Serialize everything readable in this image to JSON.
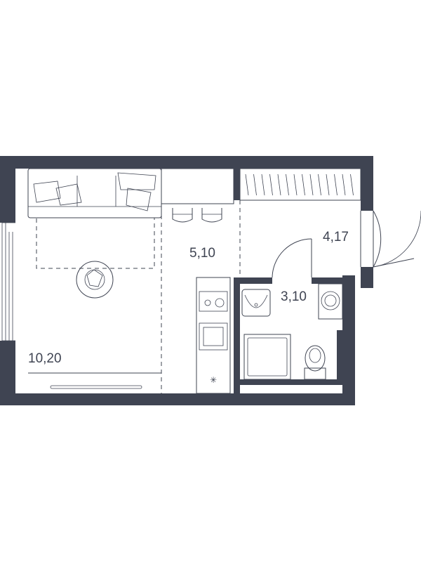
{
  "rooms": [
    {
      "id": "living-room",
      "area": "10,20"
    },
    {
      "id": "kitchen",
      "area": "5,10"
    },
    {
      "id": "bathroom",
      "area": "3,10"
    },
    {
      "id": "hallway",
      "area": "4,17"
    }
  ],
  "colors": {
    "wall": "#3f4452",
    "background": "#ffffff",
    "fixture_fill": "#f2f3f5"
  }
}
